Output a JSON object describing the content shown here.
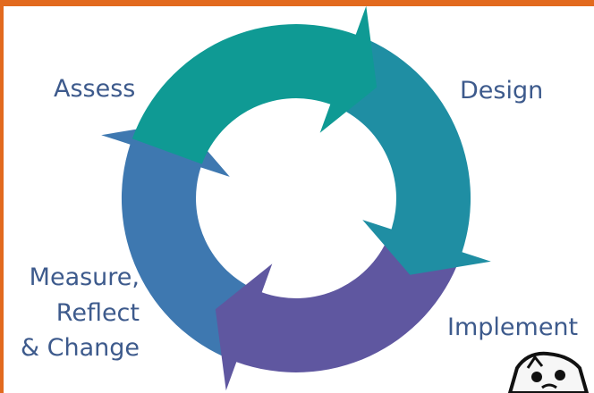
{
  "diagram": {
    "type": "cycle",
    "stages": [
      {
        "label": "Assess",
        "color": "#0f9a94"
      },
      {
        "label": "Design",
        "color": "#1f8ea3"
      },
      {
        "label": "Implement",
        "color": "#5f57a0"
      },
      {
        "label": "Measure,\nReflect\n& Change",
        "color": "#3e78b0"
      }
    ],
    "frame_color": "#e26a1e",
    "label_color": "#3d5a8c"
  }
}
